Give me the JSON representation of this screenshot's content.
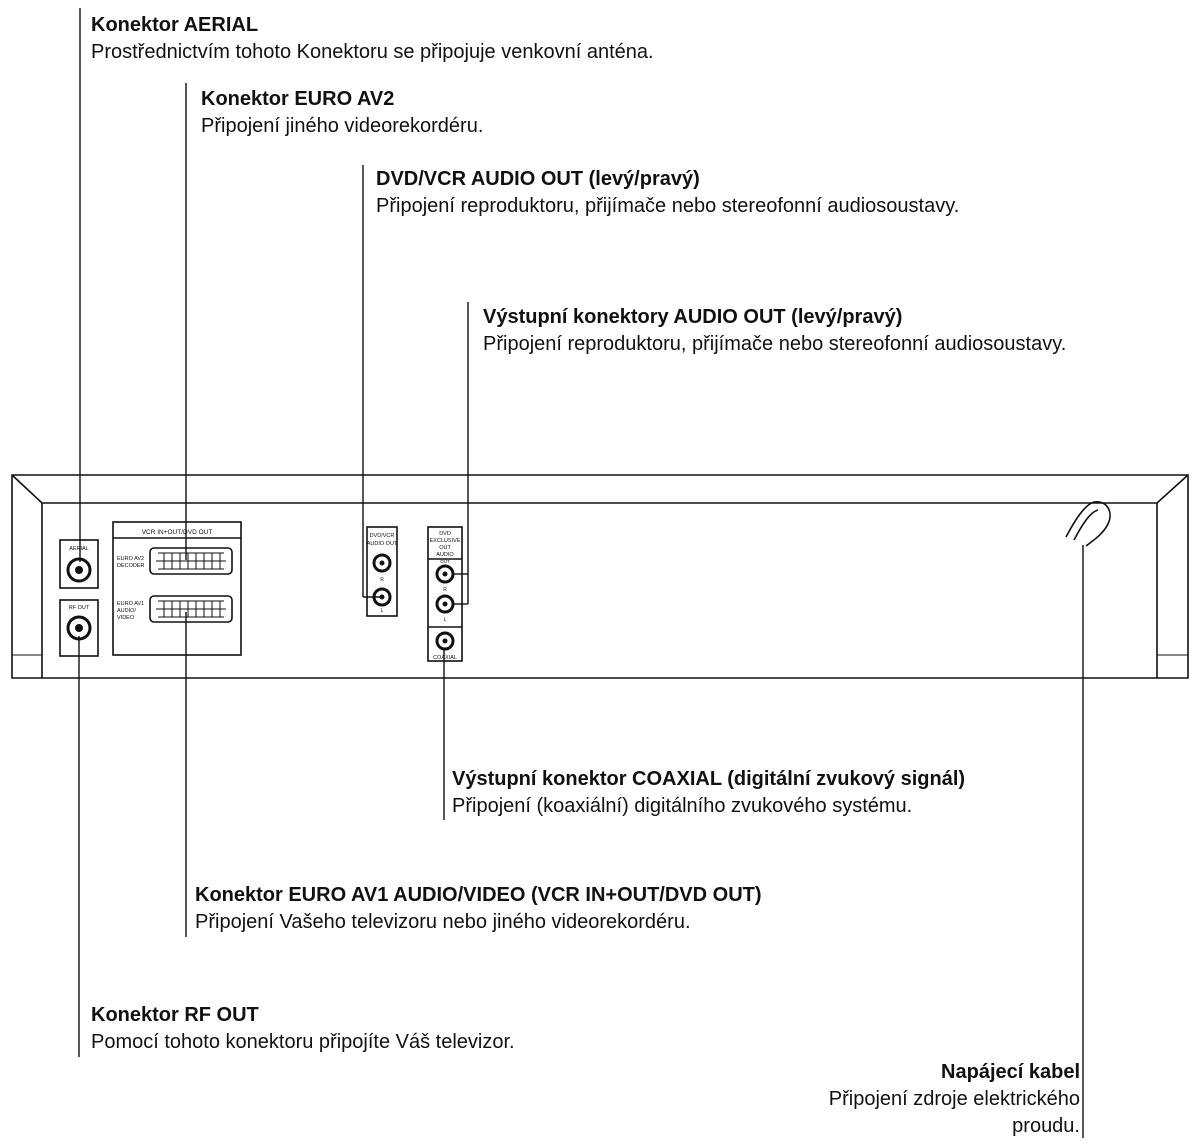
{
  "callouts": {
    "aerial": {
      "title": "Konektor AERIAL",
      "desc": "Prostřednictvím tohoto Konektoru se připojuje venkovní anténa."
    },
    "euro_av2": {
      "title": "Konektor EURO AV2",
      "desc": "Připojení jiného videorekordéru."
    },
    "dvd_vcr_audio": {
      "title": "DVD/VCR AUDIO OUT (levý/pravý)",
      "desc": "Připojení reproduktoru, přijímače nebo stereofonní audiosoustavy."
    },
    "audio_out": {
      "title": "Výstupní konektory AUDIO OUT (levý/pravý)",
      "desc": "Připojení reproduktoru, přijímače nebo stereofonní audiosoustavy."
    },
    "coaxial": {
      "title": "Výstupní konektor COAXIAL (digitální zvukový signál)",
      "desc": "Připojení (koaxiální) digitálního zvukového systému."
    },
    "euro_av1": {
      "title": "Konektor EURO AV1 AUDIO/VIDEO (VCR IN+OUT/DVD OUT)",
      "desc": "Připojení Vašeho televizoru nebo jiného videorekordéru."
    },
    "rf_out": {
      "title": "Konektor RF OUT",
      "desc": "Pomocí tohoto konektoru připojíte Váš televizor."
    },
    "power": {
      "title": "Napájecí kabel",
      "desc_line1": "Připojení zdroje elektrického",
      "desc_line2": "proudu."
    }
  },
  "panel": {
    "aerial_label": "AERIAL",
    "rf_out_label": "RF OUT",
    "scart_header": "VCR IN+OUT/DVD OUT",
    "euro_av2_label_1": "EURO AV2",
    "euro_av2_label_2": "DECODER",
    "euro_av1_label_1": "EURO AV1",
    "euro_av1_label_2": "AUDIO/",
    "euro_av1_label_3": "VIDEO",
    "dvdvcr_label_1": "DVD/VCR",
    "dvdvcr_label_2": "AUDIO OUT",
    "dvd_excl_1": "DVD",
    "dvd_excl_2": "EXCLUSIVE",
    "dvd_excl_3": "OUT",
    "audio_out_label_1": "AUDIO",
    "audio_out_label_2": "OUT",
    "r_label": "R",
    "l_label": "L",
    "coaxial_label": "COAXIAL"
  }
}
